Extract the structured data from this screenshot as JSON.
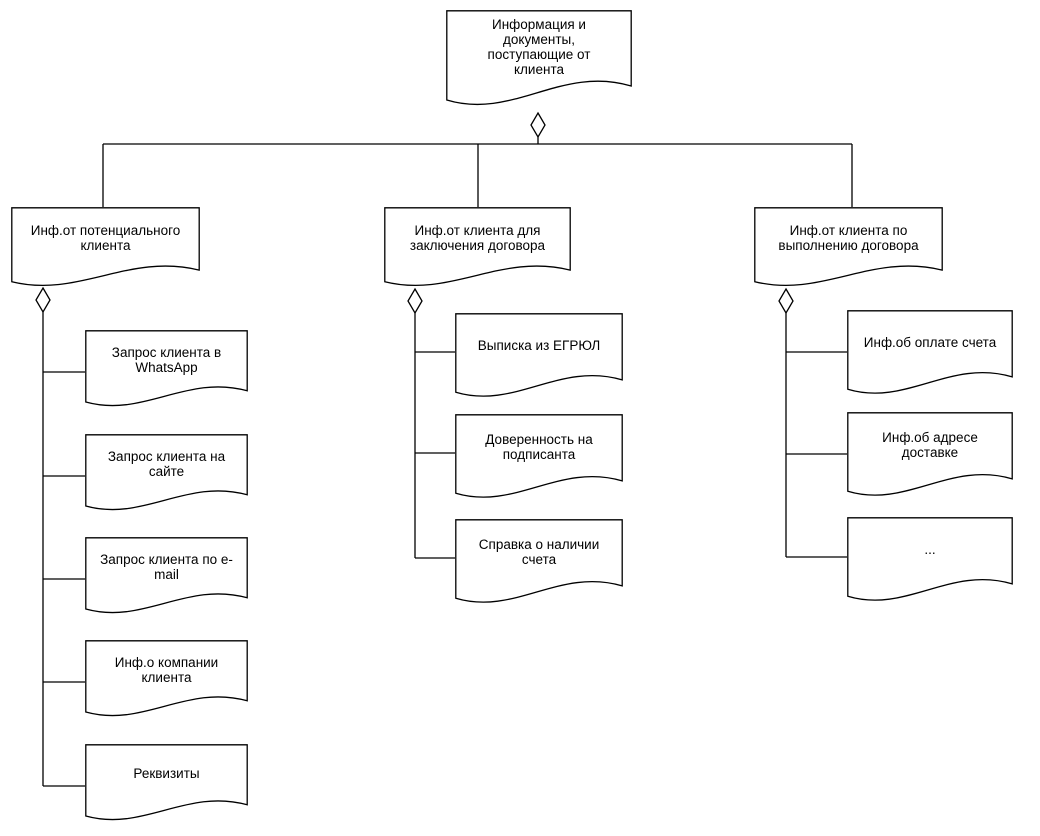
{
  "diagram": {
    "type": "aggregation-tree-of-document-shapes",
    "colors": {
      "stroke": "#000000",
      "fill": "#ffffff",
      "text": "#000000"
    },
    "root": {
      "label": "Информация и документы, поступающие от клиента"
    },
    "branches": [
      {
        "label": "Инф.от потенциального клиента",
        "children": [
          "Запрос клиента в WhatsApp",
          "Запрос клиента на сайте",
          "Запрос клиента по e-mail",
          "Инф.о компании клиента",
          "Реквизиты"
        ]
      },
      {
        "label": "Инф.от клиента для заключения договора",
        "children": [
          "Выписка из ЕГРЮЛ",
          "Доверенность на подписанта",
          "Справка о наличии счета"
        ]
      },
      {
        "label": "Инф.от клиента по выполнению договора",
        "children": [
          "Инф.об оплате счета",
          "Инф.об адресе доставке",
          "..."
        ]
      }
    ]
  }
}
